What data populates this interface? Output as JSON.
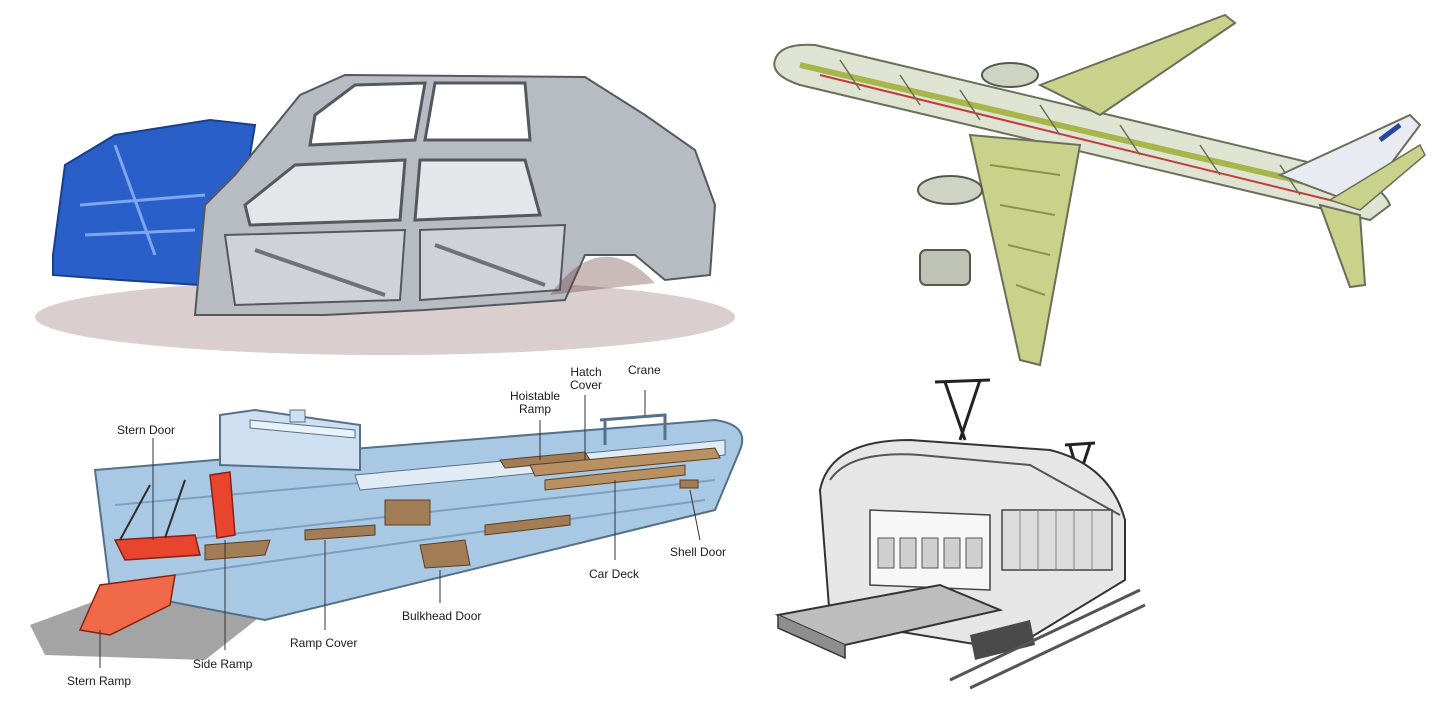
{
  "colors": {
    "car_front": "#2a5fc9",
    "car_body": "#9a9ea5",
    "plane_frame": "#a8b54a",
    "ship_hull": "#a9c8e4",
    "ship_ramp": "#e8452f",
    "train_body": "#d9d9d9"
  },
  "ship_labels": {
    "stern_door": "Stern Door",
    "hoistable_ramp_line1": "Hoistable",
    "hoistable_ramp_line2": "Ramp",
    "hatch_cover_line1": "Hatch",
    "hatch_cover_line2": "Cover",
    "crane": "Crane",
    "shell_door": "Shell Door",
    "car_deck": "Car Deck",
    "bulkhead_door": "Bulkhead Door",
    "ramp_cover": "Ramp Cover",
    "side_ramp": "Side Ramp",
    "stern_ramp": "Stern Ramp"
  }
}
